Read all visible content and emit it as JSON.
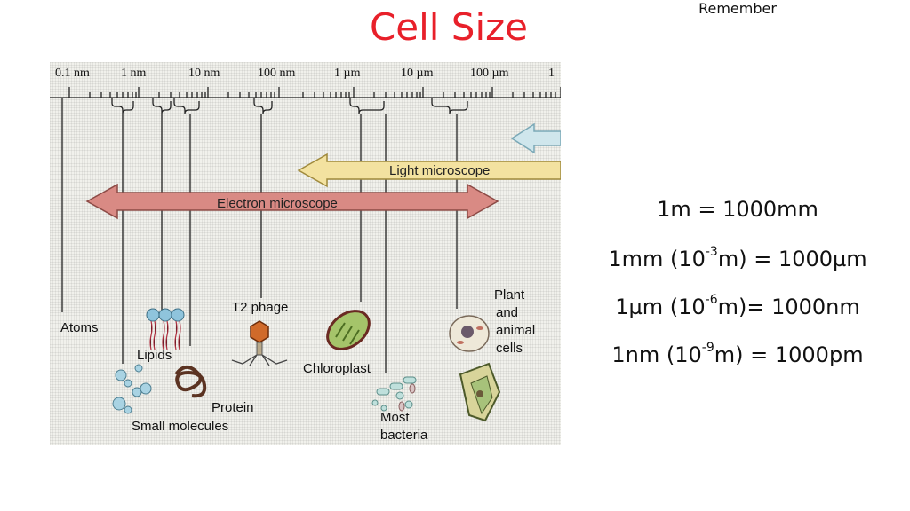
{
  "title": "Cell Size",
  "scale": {
    "ticks": [
      "0.1 nm",
      "1 nm",
      "10 nm",
      "100 nm",
      "1 µm",
      "10 µm",
      "100 µm",
      "1"
    ]
  },
  "arrows": {
    "light": "Light microscope",
    "electron": "Electron microscope"
  },
  "objects": {
    "atoms": "Atoms",
    "lipids": "Lipids",
    "small_molecules": "Small molecules",
    "protein": "Protein",
    "t2_phage": "T2 phage",
    "chloroplast": "Chloroplast",
    "most": "Most",
    "bacteria": "bacteria",
    "plant": "Plant",
    "and": "and",
    "animal": "animal",
    "cells": "cells"
  },
  "remember": {
    "heading": "Remember",
    "line1": "1m = 1000mm",
    "line2": {
      "a": "1mm (10",
      "exp": "-3",
      "b": "m) = 1000µm"
    },
    "line3": {
      "a": "1µm (10",
      "exp": "-6",
      "b": "m)= 1000nm"
    },
    "line4": {
      "a": "1nm (10",
      "exp": "-9",
      "b": "m) = 1000pm"
    }
  },
  "colors": {
    "title": "#e8202a",
    "light_arrow": "#f3e2a0",
    "electron_arrow": "#d98a84",
    "top_arrow": "#cfe6ec"
  }
}
